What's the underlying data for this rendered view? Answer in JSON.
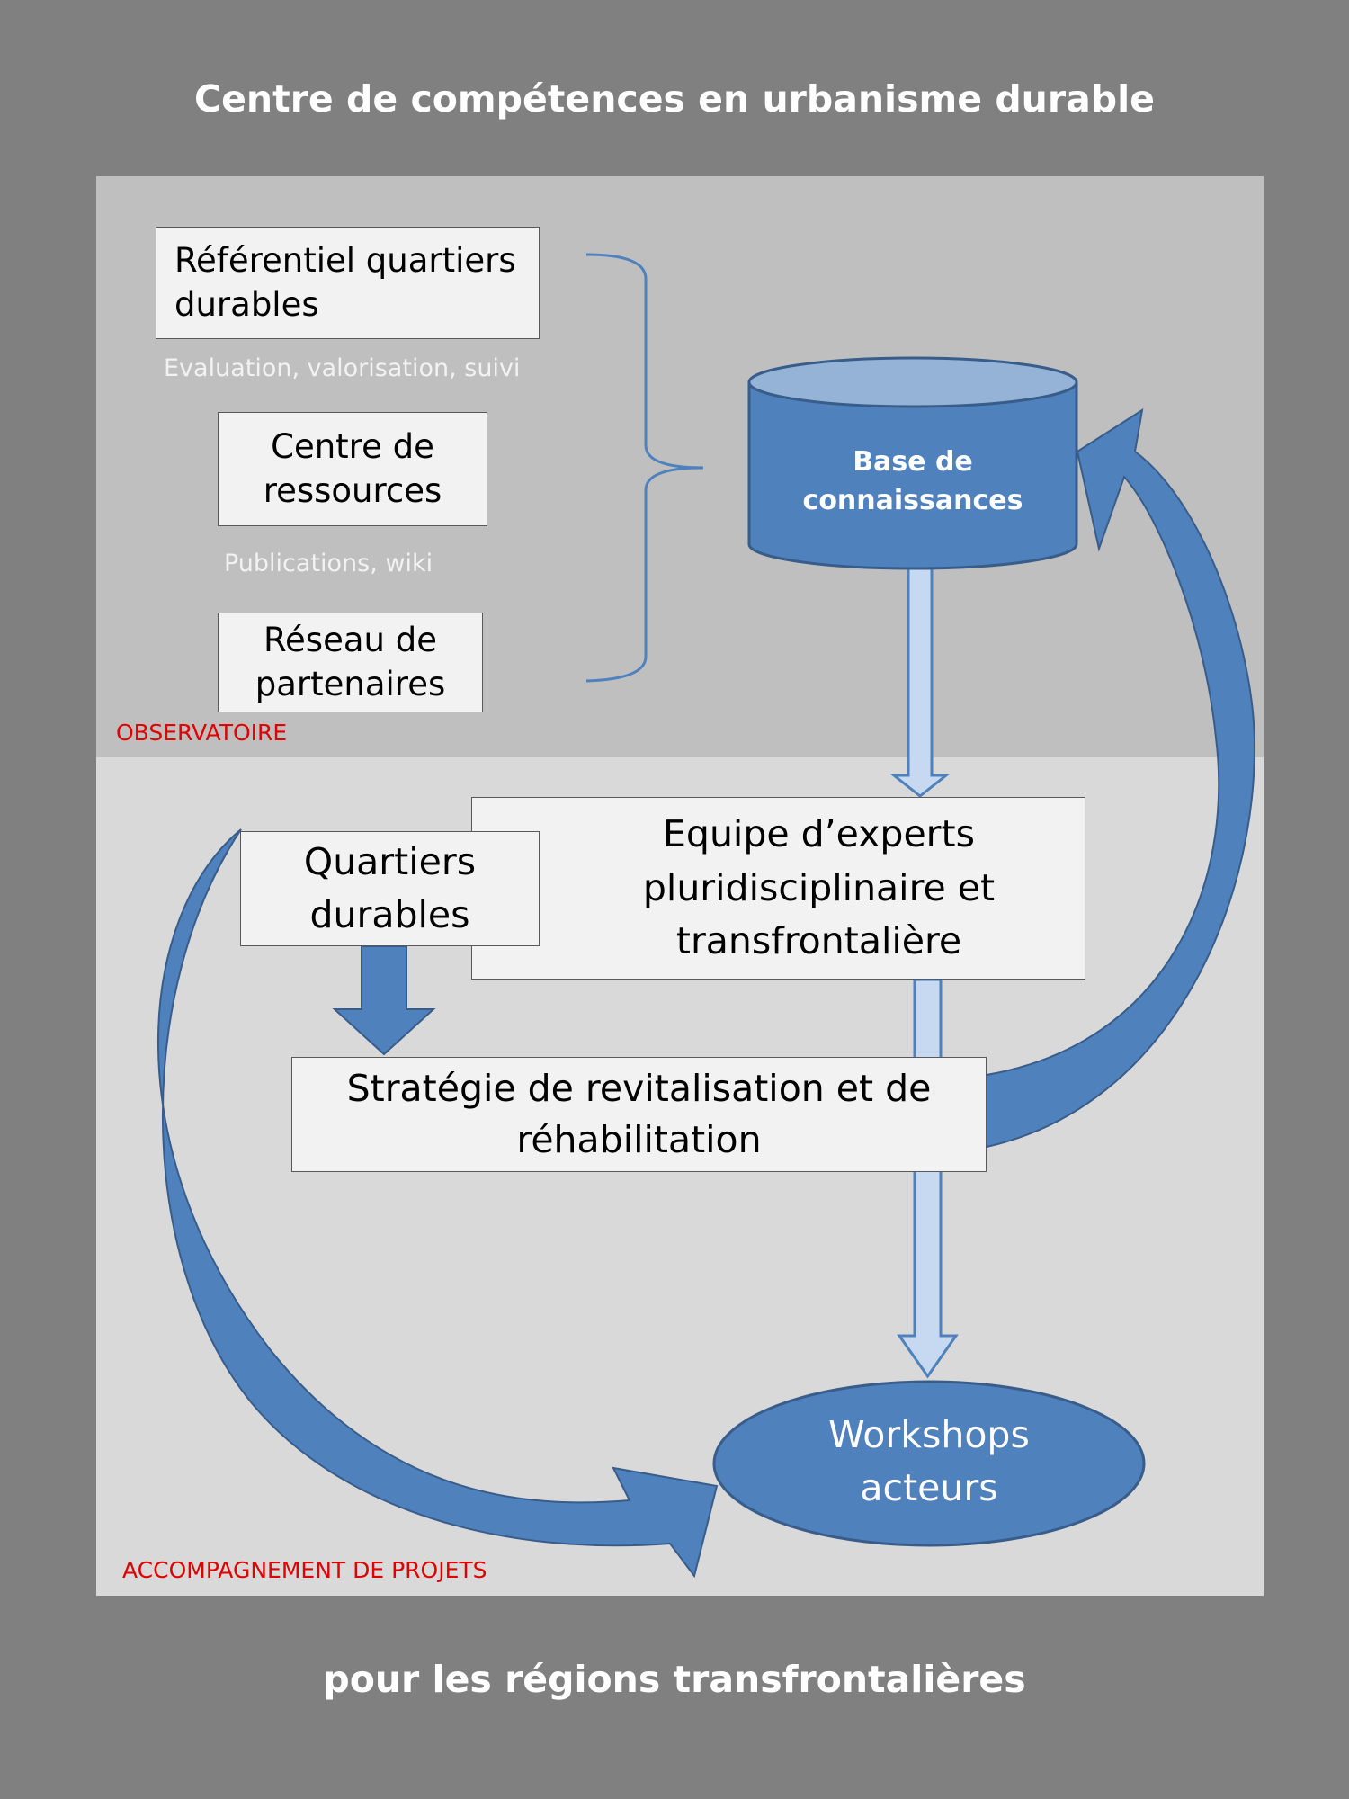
{
  "title": "Centre de compétences en urbanisme durable",
  "subtitle": "pour les régions transfrontalières",
  "regions": {
    "observatoire": "OBSERVATOIRE",
    "accompagnement": "ACCOMPAGNEMENT DE PROJETS"
  },
  "boxes": {
    "referentiel": "Référentiel quartiers durables",
    "centre": "Centre de ressources",
    "reseau": "Réseau de partenaires",
    "equipe": "Equipe d’experts pluridisciplinaire et transfrontalière",
    "quartiers": "Quartiers durables",
    "strategie": "Stratégie de revitalisation et de réhabilitation"
  },
  "captions": {
    "referentiel": "Evaluation, valorisation, suivi",
    "centre": "Publications, wiki"
  },
  "shapes": {
    "base": "Base de connaissances",
    "workshops": "Workshops acteurs"
  },
  "colors": {
    "background": "#808080",
    "region_top": "#bfbfbf",
    "region_bottom": "#d9d9d9",
    "shape_fill": "#4f81bd",
    "shape_dark": "#385d8a",
    "arrow_light": "#c6d9f1",
    "label_red": "#e00000"
  }
}
